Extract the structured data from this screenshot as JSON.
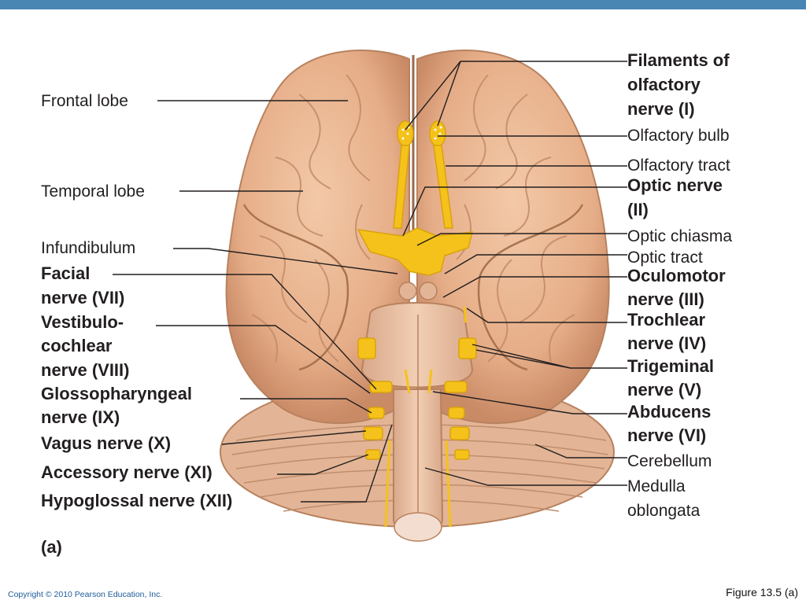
{
  "labels_left": {
    "frontal_lobe": "Frontal lobe",
    "temporal_lobe": "Temporal lobe",
    "infundibulum": "Infundibulum",
    "facial_nerve_1": "Facial",
    "facial_nerve_2": "nerve (VII)",
    "vestibulo_1": "Vestibulo-",
    "vestibulo_2": "cochlear",
    "vestibulo_3": "nerve (VIII)",
    "glosso_1": "Glossopharyngeal",
    "glosso_2": "nerve (IX)",
    "vagus": "Vagus nerve (X)",
    "accessory": "Accessory nerve (XI)",
    "hypoglossal": "Hypoglossal nerve (XII)",
    "panel": "(a)"
  },
  "labels_right": {
    "filaments_1": "Filaments of",
    "filaments_2": "olfactory",
    "filaments_3": "nerve (I)",
    "olfactory_bulb": "Olfactory bulb",
    "olfactory_tract": "Olfactory tract",
    "optic_nerve_1": "Optic nerve",
    "optic_nerve_2": "(II)",
    "optic_chiasma": "Optic chiasma",
    "optic_tract": "Optic tract",
    "oculomotor_1": "Oculomotor",
    "oculomotor_2": "nerve (III)",
    "trochlear_1": "Trochlear",
    "trochlear_2": "nerve (IV)",
    "trigeminal_1": "Trigeminal",
    "trigeminal_2": "nerve (V)",
    "abducens_1": "Abducens",
    "abducens_2": "nerve (VI)",
    "cerebellum": "Cerebellum",
    "medulla_1": "Medulla",
    "medulla_2": "oblongata"
  },
  "footer": {
    "copyright": "Copyright © 2010 Pearson Education, Inc.",
    "figure": "Figure 13.5 (a)"
  },
  "colors": {
    "topbar": "#4a86b4",
    "brain": "#e9b48f",
    "brain_dark": "#c98a66",
    "nerve": "#f5c21b",
    "leader_line": "#231f20"
  }
}
